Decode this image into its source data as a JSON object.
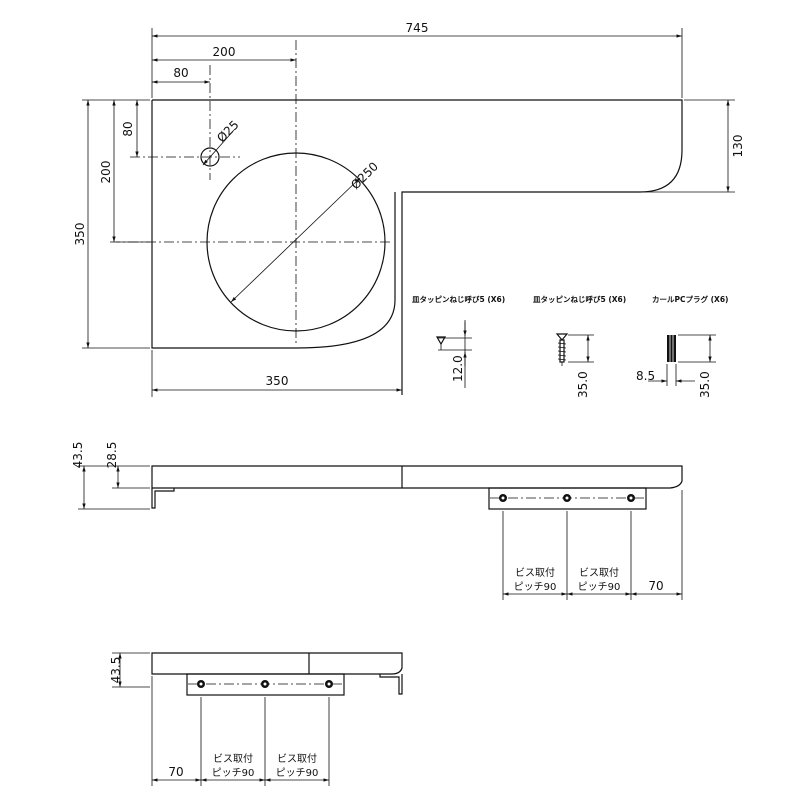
{
  "plan_view": {
    "overall_width": "745",
    "hole_center_x": "200",
    "tap_hole_x": "80",
    "tap_hole_y": "80",
    "bowl_center_y": "200",
    "overall_depth": "350",
    "narrow_depth": "130",
    "bowl_width": "350",
    "tap_hole_diameter": "Ø25",
    "bowl_diameter": "Ø250"
  },
  "hardware": {
    "screw_a_label": "皿タッピンねじ呼び5 (X6)",
    "screw_a_length": "12.0",
    "screw_b_label": "皿タッピンねじ呼び5 (X6)",
    "screw_b_length": "35.0",
    "plug_label": "カールPCプラグ (X6)",
    "plug_diameter": "8.5",
    "plug_length": "35.0"
  },
  "front_view": {
    "total_height": "43.5",
    "top_thickness": "28.5",
    "pitch_label_1a": "ビス取付",
    "pitch_label_1b": "ピッチ90",
    "pitch_label_2a": "ビス取付",
    "pitch_label_2b": "ピッチ90",
    "edge_offset": "70"
  },
  "side_view": {
    "total_height": "43.5",
    "edge_offset": "70",
    "pitch_label_1a": "ビス取付",
    "pitch_label_1b": "ピッチ90",
    "pitch_label_2a": "ビス取付",
    "pitch_label_2b": "ピッチ90"
  }
}
